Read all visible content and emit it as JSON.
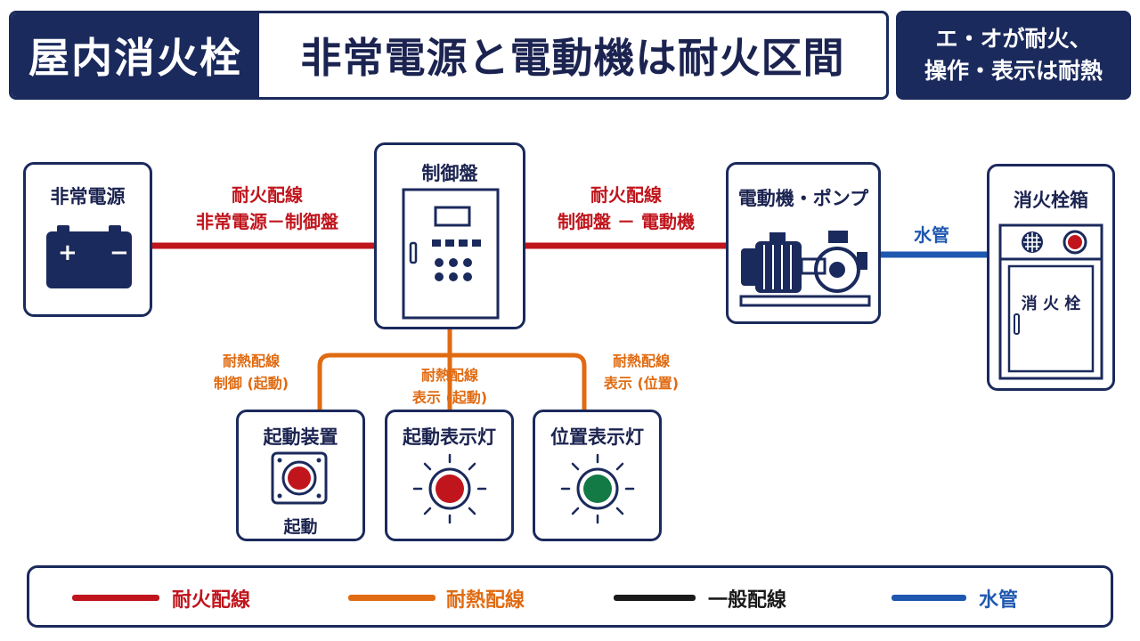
{
  "header": {
    "tag": "屋内消火栓",
    "title": "非常電源と電動機は耐火区間",
    "note_line1": "エ・オが耐火、",
    "note_line2": "操作・表示は耐熱"
  },
  "components": {
    "power": {
      "title": "非常電源",
      "plus": "+",
      "minus": "−"
    },
    "panel": {
      "title": "制御盤"
    },
    "motor": {
      "title": "電動機・ポンプ"
    },
    "hydrant_box": {
      "title": "消火栓箱",
      "door_label": "消 火 栓"
    },
    "start_device": {
      "title": "起動装置",
      "caption": "起動"
    },
    "start_lamp": {
      "title": "起動表示灯"
    },
    "position_lamp": {
      "title": "位置表示灯"
    }
  },
  "wires": {
    "fire1": {
      "line1": "耐火配線",
      "line2": "非常電源－制御盤"
    },
    "fire2": {
      "line1": "耐火配線",
      "line2": "制御盤 － 電動機"
    },
    "water": {
      "label": "水管"
    },
    "heat_control": {
      "line1": "耐熱配線",
      "line2": "制御 (起動)"
    },
    "heat_display_start": {
      "line1": "耐熱配線",
      "line2": "表示 (起動)"
    },
    "heat_display_pos": {
      "line1": "耐熱配線",
      "line2": "表示 (位置)"
    }
  },
  "legend": [
    {
      "label": "耐火配線",
      "color": "#c0151d"
    },
    {
      "label": "耐熱配線",
      "color": "#e06b12"
    },
    {
      "label": "一般配線",
      "color": "#1a1a1a"
    },
    {
      "label": "水管",
      "color": "#1f58b0"
    }
  ],
  "colors": {
    "navy": "#1b2a5c",
    "fire_red": "#c0151d",
    "heat_orange": "#e06b12",
    "water_blue": "#1f58b0",
    "lamp_red": "#c0151d",
    "lamp_green": "#137a45"
  }
}
